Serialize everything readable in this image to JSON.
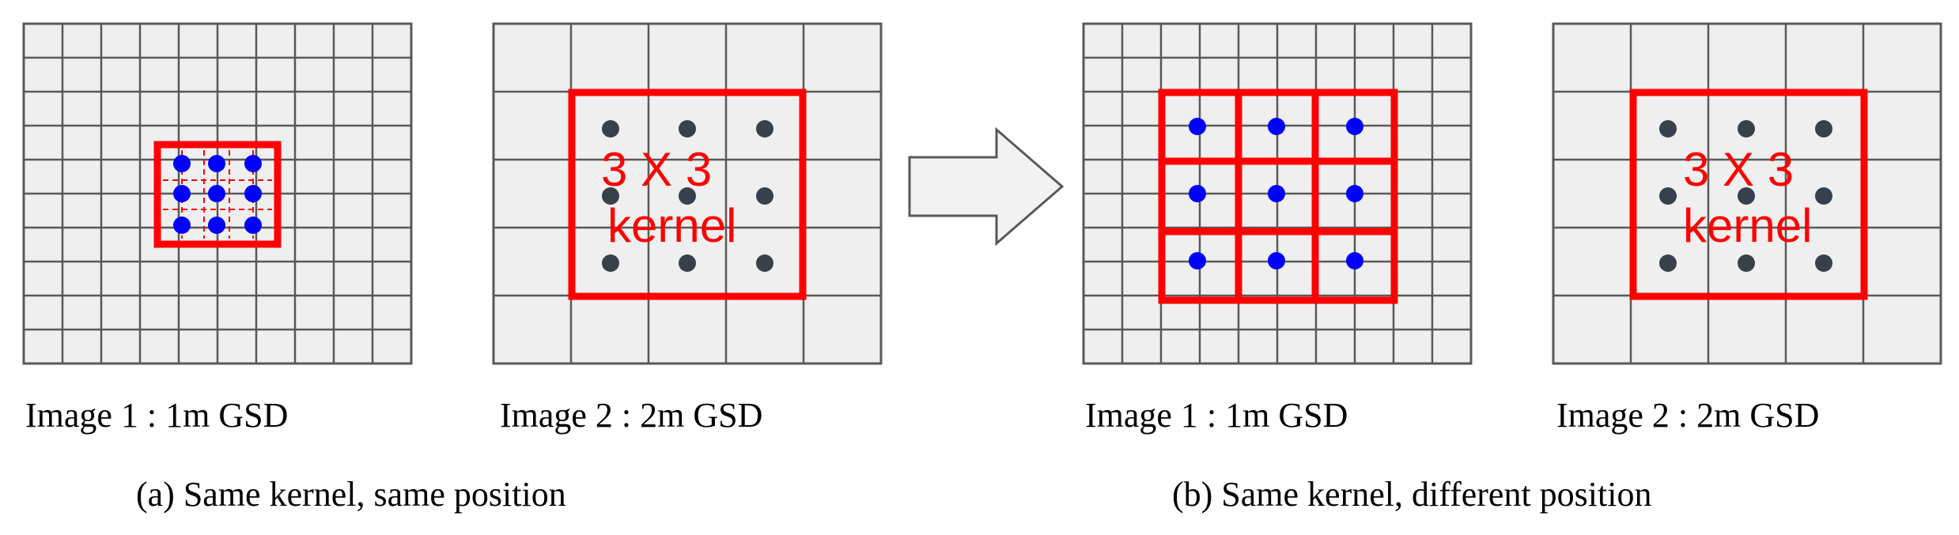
{
  "colors": {
    "cell_fill": "#efefef",
    "grid_line": "#595959",
    "kernel": "#ff0000",
    "dot_blue": "#0000ff",
    "dot_dark": "#37414b",
    "arrow_fill": "#f2f2f2",
    "arrow_stroke": "#595959",
    "caption_text": "#000000"
  },
  "panels": [
    {
      "caption": "Image 1 : 1m GSD"
    },
    {
      "caption": "Image 2 : 2m GSD",
      "kernel_label_line1": "3 X 3",
      "kernel_label_line2": "kernel"
    },
    {
      "caption": "Image 1 : 1m GSD"
    },
    {
      "caption": "Image 2 : 2m GSD",
      "kernel_label_line1": "3 X 3",
      "kernel_label_line2": "kernel"
    }
  ],
  "subcaptions": {
    "a": "(a) Same kernel, same position",
    "b": "(b) Same kernel, different position"
  },
  "icons": {
    "arrow": "right-arrow-icon"
  }
}
